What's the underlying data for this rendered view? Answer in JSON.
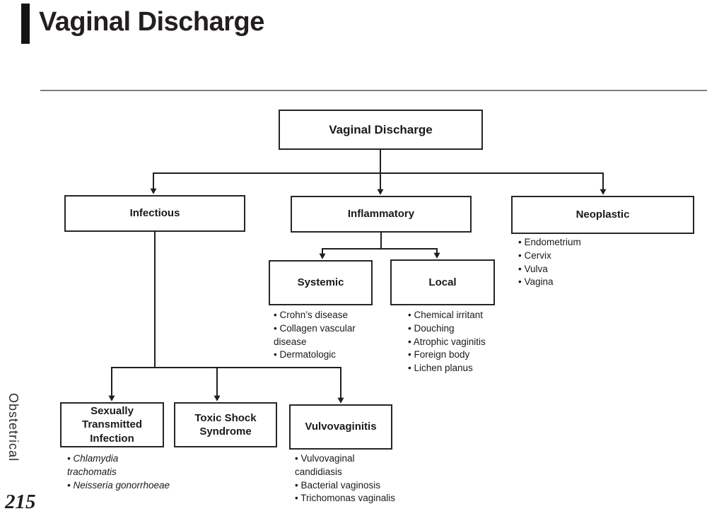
{
  "page": {
    "title": "Vaginal Discharge",
    "sidebar_vertical_label": "Obstetrical",
    "page_number": "215"
  },
  "flowchart": {
    "root": {
      "label": "Vaginal Discharge"
    },
    "infectious": {
      "label": "Infectious",
      "children": {
        "sti": {
          "label": "Sexually Transmitted Infection",
          "bullets": [
            "• Chlamydia\ntrachomatis",
            "• Neisseria gonorrhoeae"
          ]
        },
        "toxic_shock": {
          "label": "Toxic Shock Syndrome"
        },
        "vulvovaginitis": {
          "label": "Vulvovaginitis",
          "bullets": [
            "• Vulvovaginal\ncandidiasis",
            "• Bacterial vaginosis",
            "• Trichomonas vaginalis"
          ]
        }
      }
    },
    "inflammatory": {
      "label": "Inflammatory",
      "children": {
        "systemic": {
          "label": "Systemic",
          "bullets": [
            "• Crohn’s disease",
            "• Collagen vascular\ndisease",
            "• Dermatologic"
          ]
        },
        "local": {
          "label": "Local",
          "bullets": [
            "• Chemical irritant",
            "• Douching",
            "• Atrophic vaginitis",
            "• Foreign body",
            "• Lichen planus"
          ]
        }
      }
    },
    "neoplastic": {
      "label": "Neoplastic",
      "bullets": [
        "• Endometrium",
        "• Cervix",
        "• Vulva",
        "• Vagina"
      ]
    }
  },
  "colors": {
    "text": "#1a1a1a",
    "box_border": "#262626",
    "title": "#231f20",
    "divider": "#7f7f7f",
    "edge_bar": "#141414"
  }
}
